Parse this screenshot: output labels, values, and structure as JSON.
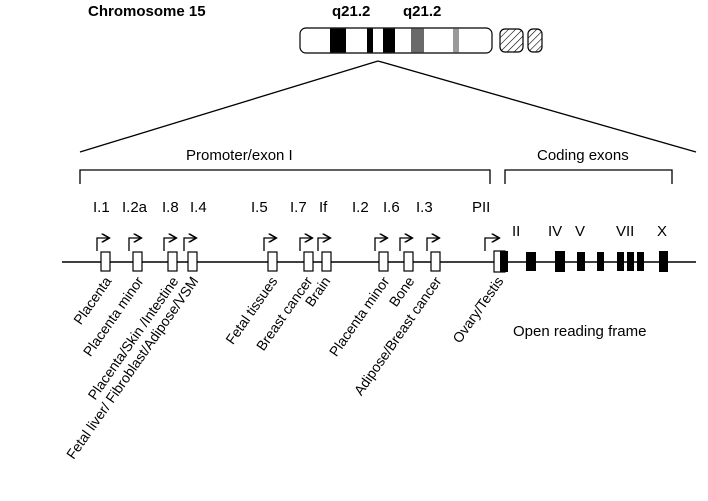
{
  "chromosome": {
    "label": "Chromosome 15",
    "bands": [
      "q21.2",
      "q21.2"
    ]
  },
  "sections": {
    "promoter_label": "Promoter/exon I",
    "coding_label": "Coding exons"
  },
  "promoters": [
    {
      "id": "p1",
      "label": "I.1",
      "tissue": "Placenta"
    },
    {
      "id": "p2",
      "label": "I.2a",
      "tissue": "Placenta minor"
    },
    {
      "id": "p3",
      "label": "I.8",
      "tissue": "Placenta/Skin /Intestine"
    },
    {
      "id": "p4",
      "label": "I.4",
      "tissue": "Fetal liver/ Fibroblast/Adipose/VSM"
    },
    {
      "id": "p5",
      "label": "I.5",
      "tissue": "Fetal tissues"
    },
    {
      "id": "p6",
      "label": "I.7",
      "tissue": "Breast  cancer"
    },
    {
      "id": "p7",
      "label": "If",
      "tissue": "Brain"
    },
    {
      "id": "p8",
      "label": "I.2",
      "tissue": "Placenta minor"
    },
    {
      "id": "p9",
      "label": "I.6",
      "tissue": "Bone"
    },
    {
      "id": "p10",
      "label": "I.3",
      "tissue": "Adipose/Breast  cancer"
    },
    {
      "id": "p11",
      "label": "PII",
      "tissue": "Ovary/Testis"
    }
  ],
  "coding_exons": {
    "labels": [
      "II",
      "IV",
      "V",
      "VII",
      "X"
    ]
  },
  "orf_label": "Open reading frame"
}
